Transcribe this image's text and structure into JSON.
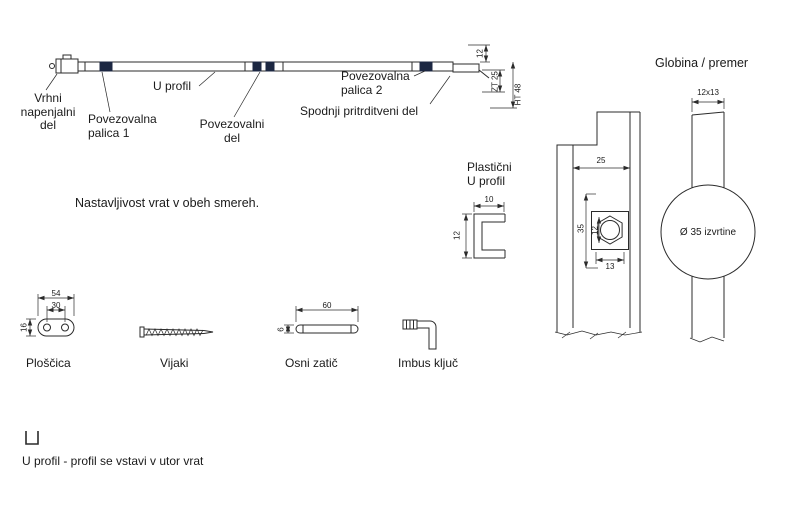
{
  "colors": {
    "line": "#2b2b2b",
    "connector_fill": "#1c2742"
  },
  "assembly": {
    "label_top_tensioner": "Vrhni\nnapenjalni\ndel",
    "label_rod1": "Povezovalna\npalica 1",
    "label_u_profile": "U profil",
    "label_connector": "Povezovalni\ndel",
    "label_rod2": "Povezovalna\npalica 2",
    "label_bottom_fixing": "Spodnji pritrditveni del",
    "dim_offset": "12",
    "dim_zt": "ZT 25",
    "dim_ht": "HT 48"
  },
  "headers": {
    "depth_diameter": "Globina / premer",
    "adjustability_note": "Nastavljivost vrat v obeh smereh."
  },
  "plastic_u": {
    "label": "Plastični\nU profil",
    "dim_width": "10",
    "dim_height": "12"
  },
  "door_section": {
    "dim_groove_width": "25",
    "dim_depth": "35",
    "dim_hex": "12",
    "dim_bottom": "13"
  },
  "bore": {
    "dim_top": "12x13",
    "label": "Ø 35 izvrtine"
  },
  "parts": {
    "plate": {
      "label": "Ploščica",
      "dim_length": "54",
      "dim_hole_spacing": "30",
      "dim_width": "16"
    },
    "screws": {
      "label": "Vijaki"
    },
    "pin": {
      "label": "Osni zatič",
      "dim_length": "60",
      "dim_diameter": "6"
    },
    "allen_key": {
      "label": "Imbus ključ"
    }
  },
  "footer": {
    "note": "U profil - profil se vstavi v utor vrat"
  }
}
